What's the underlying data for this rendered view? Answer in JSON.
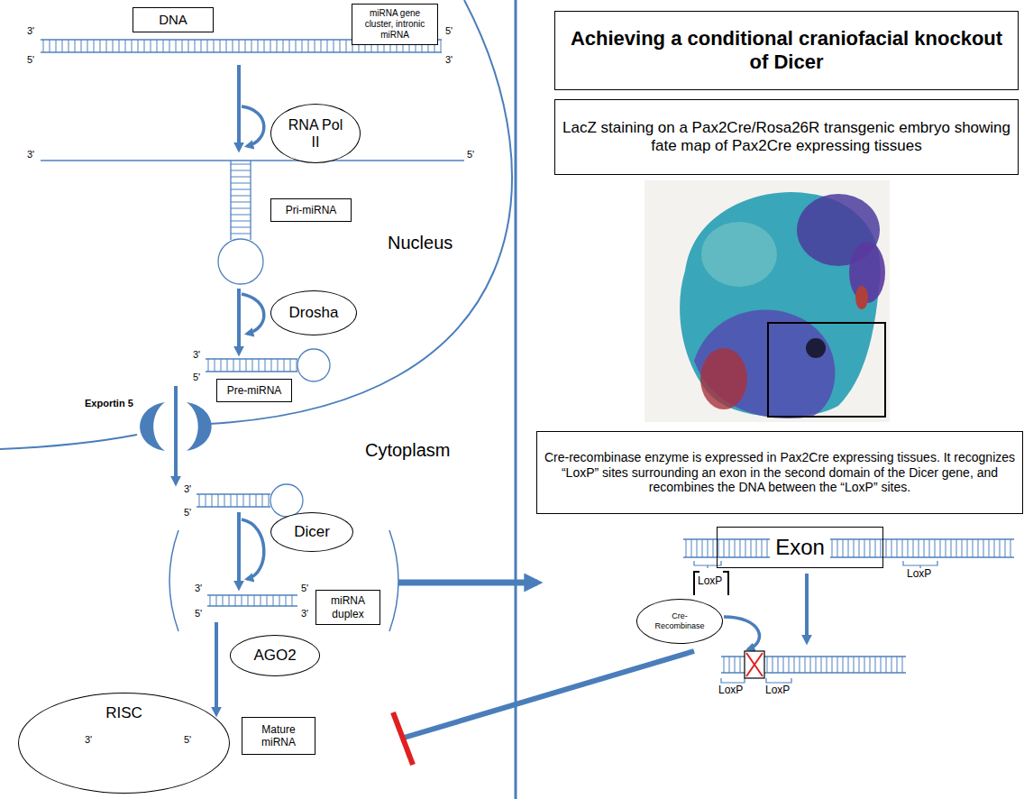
{
  "diagram": {
    "nodes": [
      {
        "text": [
          "DNA"
        ]
      },
      {
        "text": [
          "miRNA gene cluster, intronic miRNA"
        ]
      },
      {
        "text": [
          "RNA Pol II"
        ]
      },
      {
        "text": [
          "Pri-miRNA"
        ]
      },
      {
        "text": [
          "Drosha"
        ]
      },
      {
        "text": [
          "Pre-miRNA"
        ]
      },
      {
        "text": [
          "Dicer"
        ]
      },
      {
        "text": [
          "miRNA duplex"
        ]
      },
      {
        "text": [
          "AGO2"
        ]
      },
      {
        "text": [
          "RISC"
        ]
      },
      {
        "text": [
          "Mature miRNA"
        ]
      },
      {
        "text": [
          "Achieving a conditional craniofacial knockout of Dicer"
        ]
      },
      {
        "text": [
          "LacZ staining on a Pax2Cre/Rosa26R transgenic embryo showing fate map of Pax2Cre expressing tissues"
        ]
      },
      {
        "text": [
          "Cre-recombinase enzyme is expressed in Pax2Cre expressing tissues. It recognizes “LoxP” sites surrounding an exon in the second domain of the Dicer gene, and recombines the DNA between the “LoxP” sites."
        ]
      },
      {
        "text": [
          "Exon"
        ]
      },
      {
        "text": [
          "Cre-Recombinase"
        ]
      }
    ],
    "labels": [
      "Nucleus",
      "Cytoplasm",
      "Exportin 5",
      "3'",
      "5'",
      "5'",
      "3'",
      "3'",
      "5'",
      "3'",
      "5'",
      "3'",
      "5'",
      "3'",
      "5'",
      "5'",
      "3'",
      "3'",
      "5'",
      "LoxP",
      "LoxP",
      "LoxP",
      "LoxP"
    ]
  }
}
